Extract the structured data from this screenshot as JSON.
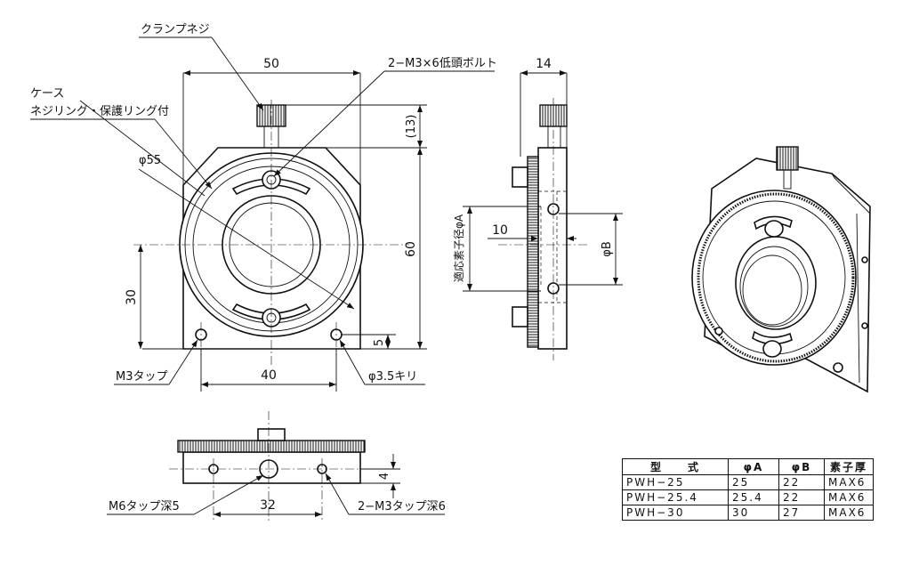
{
  "labels": {
    "clamp_screw": "クランプネジ",
    "bolt": "2−M3×6低頭ボルト",
    "case": "ケース",
    "ring": "ネジリング・保護リング付",
    "phi55": "φ55",
    "m3_tap": "M3タップ",
    "drill": "φ3.5キリ",
    "m6_tap": "M6タップ深5",
    "m3_tap_deep": "2−M3タップ深6",
    "element_dia": "適応素子径φA",
    "phi_b": "φB"
  },
  "dimensions": {
    "width_50": "50",
    "depth_14": "14",
    "d13": "(13)",
    "h60": "60",
    "h30": "30",
    "d5": "5",
    "w40": "40",
    "d10": "10",
    "d4": "4",
    "w32": "32"
  },
  "table": {
    "headers": [
      "型　　式",
      "φA",
      "φB",
      "素子厚"
    ],
    "rows": [
      [
        "PWH−25",
        "25",
        "22",
        "MAX6"
      ],
      [
        "PWH−25.4",
        "25.4",
        "22",
        "MAX6"
      ],
      [
        "PWH−30",
        "30",
        "27",
        "MAX6"
      ]
    ]
  }
}
